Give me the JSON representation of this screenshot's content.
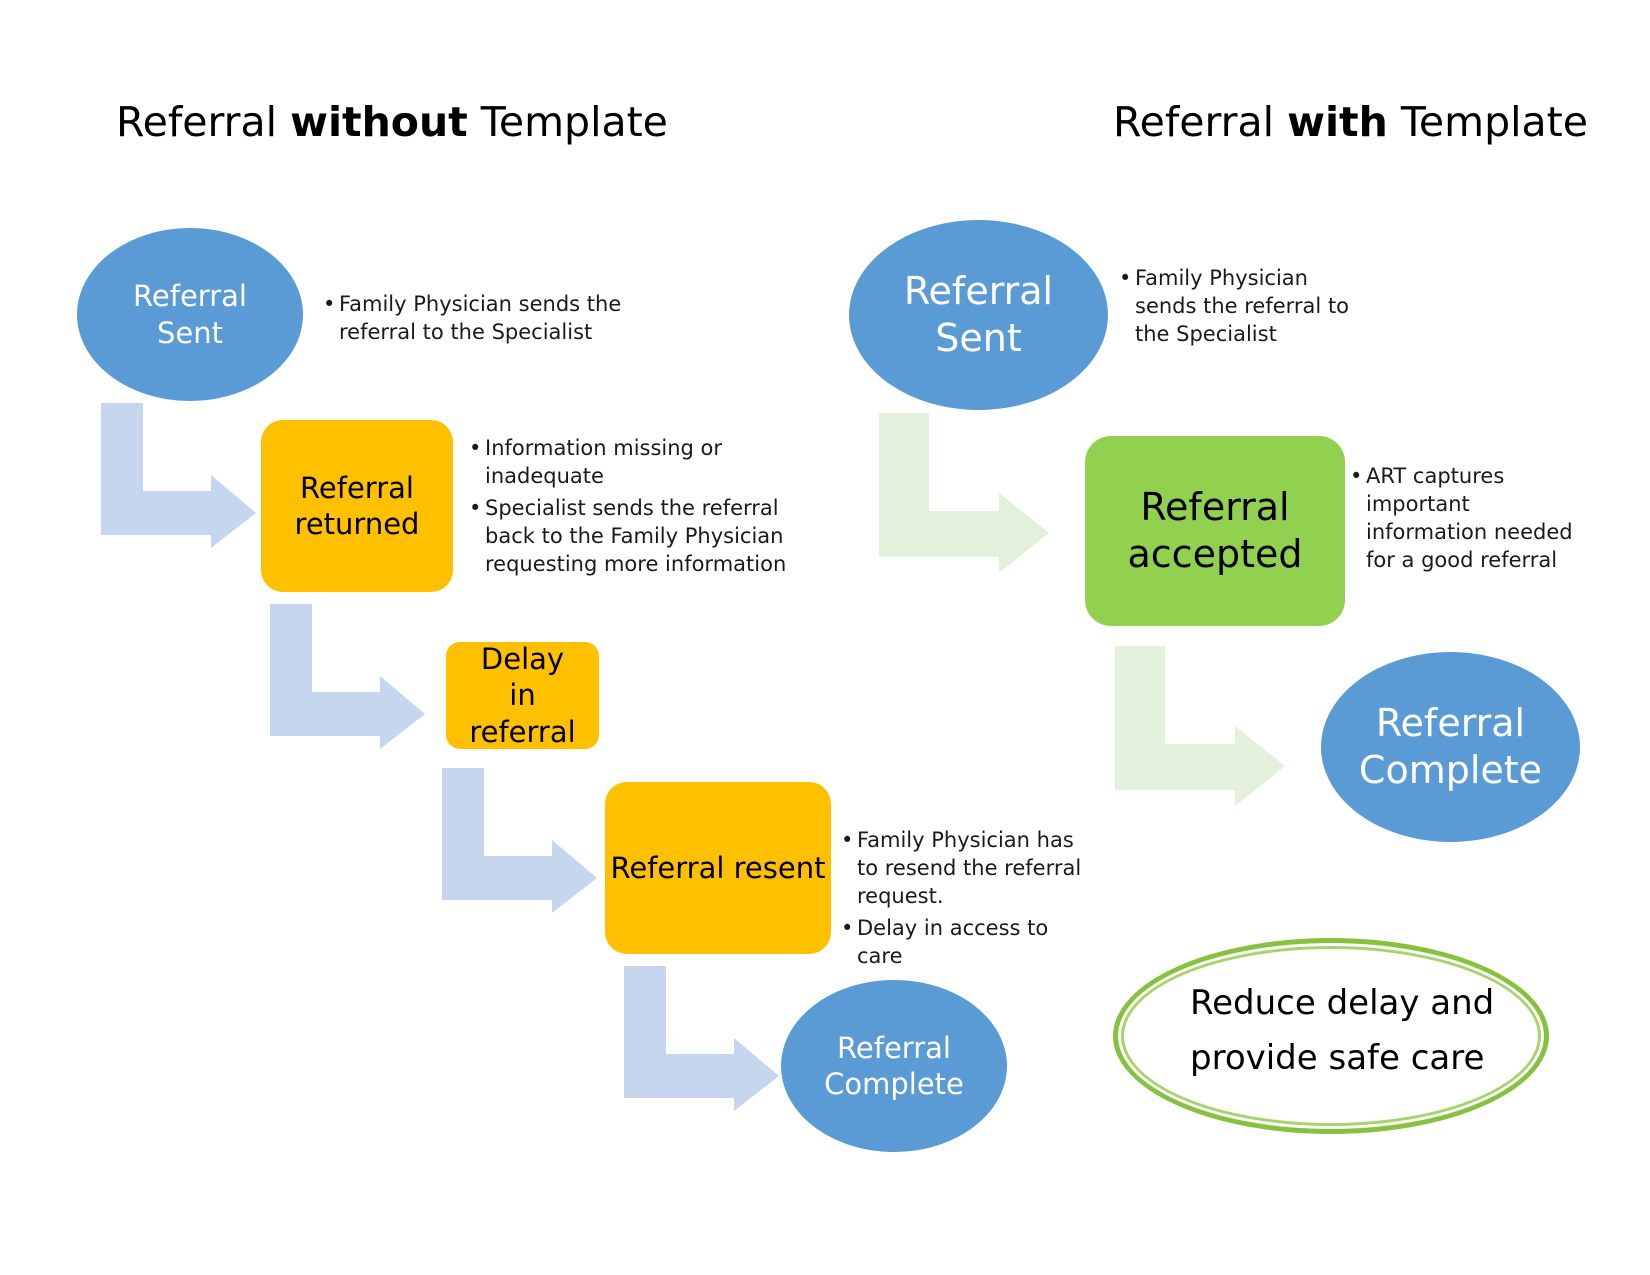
{
  "left": {
    "title_pre": "Referral ",
    "title_bold": "without",
    "title_post": " Template",
    "nodes": {
      "sent": "Referral Sent",
      "returned": "Referral returned",
      "delay": "Delay in referral",
      "resent": "Referral resent",
      "complete": "Referral Complete"
    },
    "notes": {
      "sent": [
        "Family Physician sends the referral to the Specialist"
      ],
      "returned": [
        "Information missing or inadequate",
        "Specialist sends the referral back to the Family Physician requesting more information"
      ],
      "resent": [
        "Family Physician has to resend the referral request.",
        "Delay in access to care"
      ]
    }
  },
  "right": {
    "title_pre": "Referral ",
    "title_bold": "with",
    "title_post": " Template",
    "nodes": {
      "sent": "Referral Sent",
      "accepted": "Referral accepted",
      "complete": "Referral Complete"
    },
    "notes": {
      "sent": [
        "Family Physician sends the referral to the Specialist"
      ],
      "accepted": [
        "ART captures important information needed for a good referral"
      ]
    }
  },
  "callout": {
    "line1": "Reduce delay and",
    "line2": "provide safe care"
  },
  "colors": {
    "ellipse": "#5b9bd5",
    "rect_orange": "#ffc000",
    "rect_green": "#92d050",
    "arrow_left": "#c5d6ee",
    "arrow_right": "#e3f1dc",
    "callout_border": "#86c23f"
  }
}
